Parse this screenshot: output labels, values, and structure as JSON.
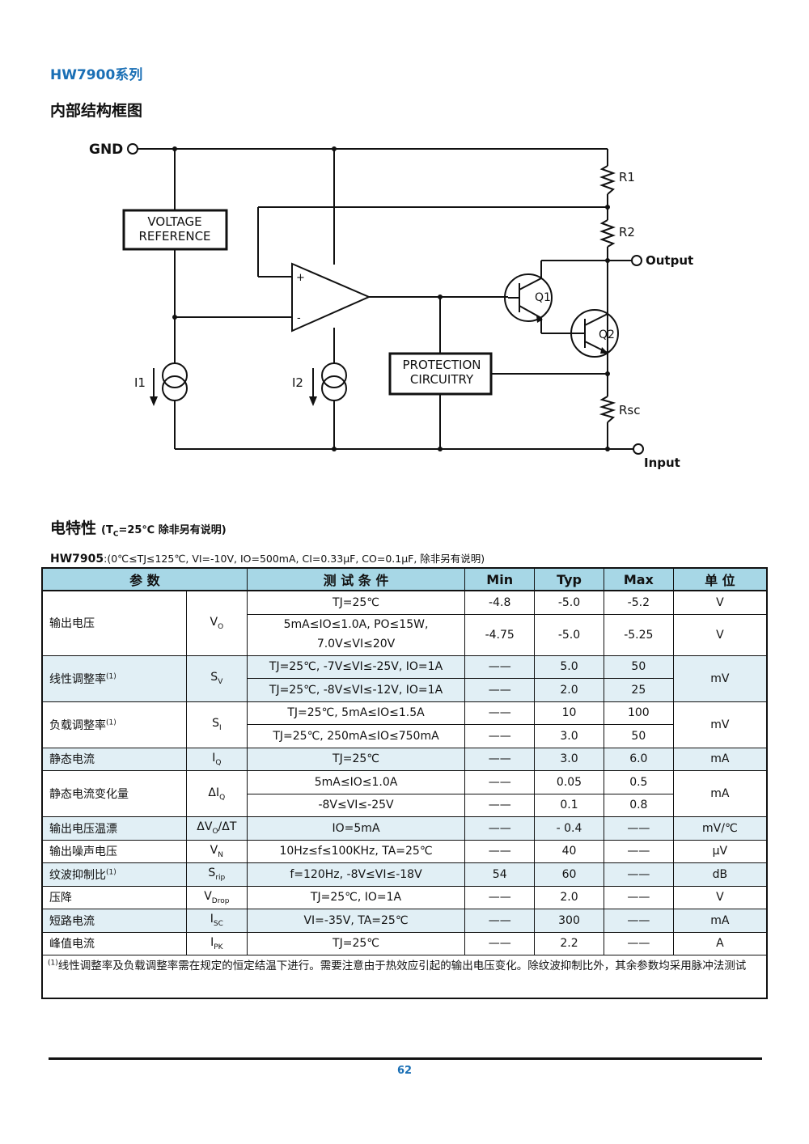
{
  "header": {
    "series": "HW7900系列"
  },
  "block_diagram": {
    "title": "内部结构框图",
    "labels": {
      "gnd": "GND",
      "vref_1": "VOLTAGE",
      "vref_2": "REFERENCE",
      "prot_1": "PROTECTION",
      "prot_2": "CIRCUITRY",
      "r1": "R1",
      "r2": "R2",
      "rsc": "Rsc",
      "q1": "Q1",
      "q2": "Q2",
      "output": "Output",
      "input": "Input",
      "i1": "I1",
      "i2": "I2",
      "plus": "+",
      "minus": "-"
    }
  },
  "electrical": {
    "title": "电特性",
    "subtitle_prefix": "(T",
    "subtitle_sub": "C",
    "subtitle_rest": "=25℃ 除非另有说明)",
    "model": "HW7905",
    "conditions": ":(0℃≤TJ≤125℃, VI=-10V, IO=500mA, CI=0.33μF, CO=0.1μF, 除非另有说明)",
    "headers": [
      "参  数",
      "测 试 条 件",
      "Min",
      "Typ",
      "Max",
      "单 位"
    ],
    "rows": {
      "r1": {
        "param": "输出电压",
        "c1": "TJ=25℃",
        "min1": "-4.8",
        "typ1": "-5.0",
        "max1": "-5.2",
        "unit1": "V",
        "c2a": "5mA≤IO≤1.0A, PO≤15W,",
        "c2b": "7.0V≤VI≤20V",
        "min2": "-4.75",
        "typ2": "-5.0",
        "max2": "-5.25",
        "unit2": "V"
      },
      "r2": {
        "param": "线性调整率",
        "c1": "TJ=25℃, -7V≤VI≤-25V, IO=1A",
        "c2": "TJ=25℃, -8V≤VI≤-12V, IO=1A",
        "min": "——",
        "typ1": "5.0",
        "max1": "50",
        "typ2": "2.0",
        "max2": "25",
        "unit": "mV"
      },
      "r3": {
        "param": "负载调整率",
        "c1": "TJ=25℃, 5mA≤IO≤1.5A",
        "c2": "TJ=25℃, 250mA≤IO≤750mA",
        "min": "——",
        "typ1": "10",
        "max1": "100",
        "typ2": "3.0",
        "max2": "50",
        "unit": "mV"
      },
      "r4": {
        "param": "静态电流",
        "cond": "TJ=25℃",
        "min": "——",
        "typ": "3.0",
        "max": "6.0",
        "unit": "mA"
      },
      "r5": {
        "param": "静态电流变化量",
        "c1": "5mA≤IO≤1.0A",
        "c2": "-8V≤VI≤-25V",
        "min": "——",
        "typ1": "0.05",
        "max1": "0.5",
        "typ2": "0.1",
        "max2": "0.8",
        "unit": "mA"
      },
      "r6": {
        "param": "输出电压温漂",
        "cond": "IO=5mA",
        "min": "——",
        "typ": "- 0.4",
        "max": "——",
        "unit": "mV/℃"
      },
      "r7": {
        "param": "输出噪声电压",
        "cond": "10Hz≤f≤100KHz, TA=25℃",
        "min": "——",
        "typ": "40",
        "max": "——",
        "unit": "μV"
      },
      "r8": {
        "param": "纹波抑制比",
        "cond": "f=120Hz, -8V≤VI≤-18V",
        "min": "54",
        "typ": "60",
        "max": "——",
        "unit": "dB"
      },
      "r9": {
        "param": "压降",
        "cond": "TJ=25℃, IO=1A",
        "min": "——",
        "typ": "2.0",
        "max": "——",
        "unit": "V"
      },
      "r10": {
        "param": "短路电流",
        "cond": "VI=-35V, TA=25℃",
        "min": "——",
        "typ": "300",
        "max": "——",
        "unit": "mA"
      },
      "r11": {
        "param": "峰值电流",
        "cond": "TJ=25℃",
        "min": "——",
        "typ": "2.2",
        "max": "——",
        "unit": "A"
      }
    },
    "symbols": {
      "vo": "V",
      "vo_s": "O",
      "sv": "S",
      "sv_s": "V",
      "si": "S",
      "si_s": "I",
      "iq": "I",
      "iq_s": "Q",
      "diq": "ΔI",
      "diq_s": "Q",
      "dvo": "ΔV",
      "dvo_s": "O",
      "dvo_t": "/ΔT",
      "vn": "V",
      "vn_s": "N",
      "srip": "S",
      "srip_s": "rip",
      "vdrop": "V",
      "vdrop_s": "Drop",
      "isc": "I",
      "isc_s": "SC",
      "ipk": "I",
      "ipk_s": "PK"
    },
    "footnote_mark": "(1)",
    "footnote": "线性调整率及负载调整率需在规定的恒定结温下进行。需要注意由于热效应引起的输出电压变化。除纹波抑制比外，其余参数均采用脉冲法测试"
  },
  "footer": {
    "page": "62"
  }
}
